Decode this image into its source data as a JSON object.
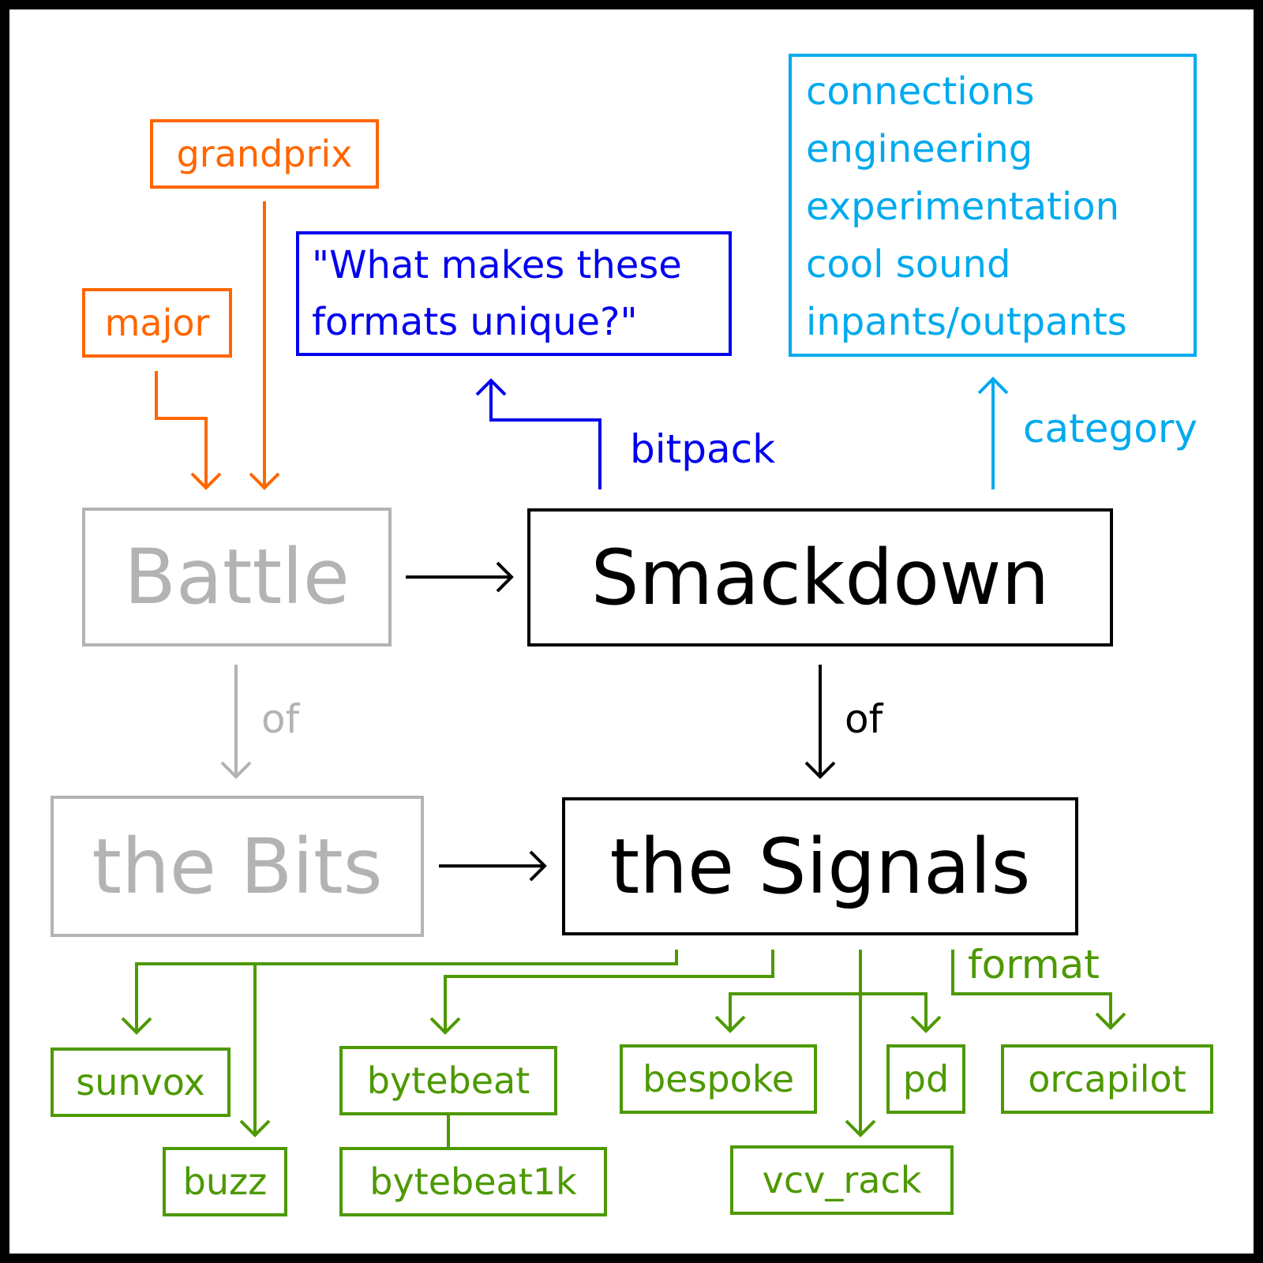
{
  "orange": {
    "grandprix": "grandprix",
    "major": "major"
  },
  "question": {
    "line1": "\"What makes these",
    "line2": "formats unique?\""
  },
  "category_box": {
    "items": [
      "connections",
      "engineering",
      "experimentation",
      "cool sound",
      "inpants/outpants"
    ]
  },
  "edge_labels": {
    "bitpack": "bitpack",
    "category": "category",
    "of_grey": "of",
    "of_black": "of",
    "format": "format"
  },
  "main": {
    "battle": "Battle",
    "smackdown": "Smackdown",
    "the_bits": "the Bits",
    "the_signals": "the Signals"
  },
  "formats": {
    "sunvox": "sunvox",
    "buzz": "buzz",
    "bytebeat": "bytebeat",
    "bytebeat1k": "bytebeat1k",
    "bespoke": "bespoke",
    "pd": "pd",
    "orcapilot": "orcapilot",
    "vcv_rack": "vcv_rack"
  },
  "colors": {
    "orange": "#ff6600",
    "blue": "#0000ee",
    "light_blue": "#00aaee",
    "grey": "#b3b3b3",
    "black": "#000000",
    "green": "#4d9900"
  }
}
